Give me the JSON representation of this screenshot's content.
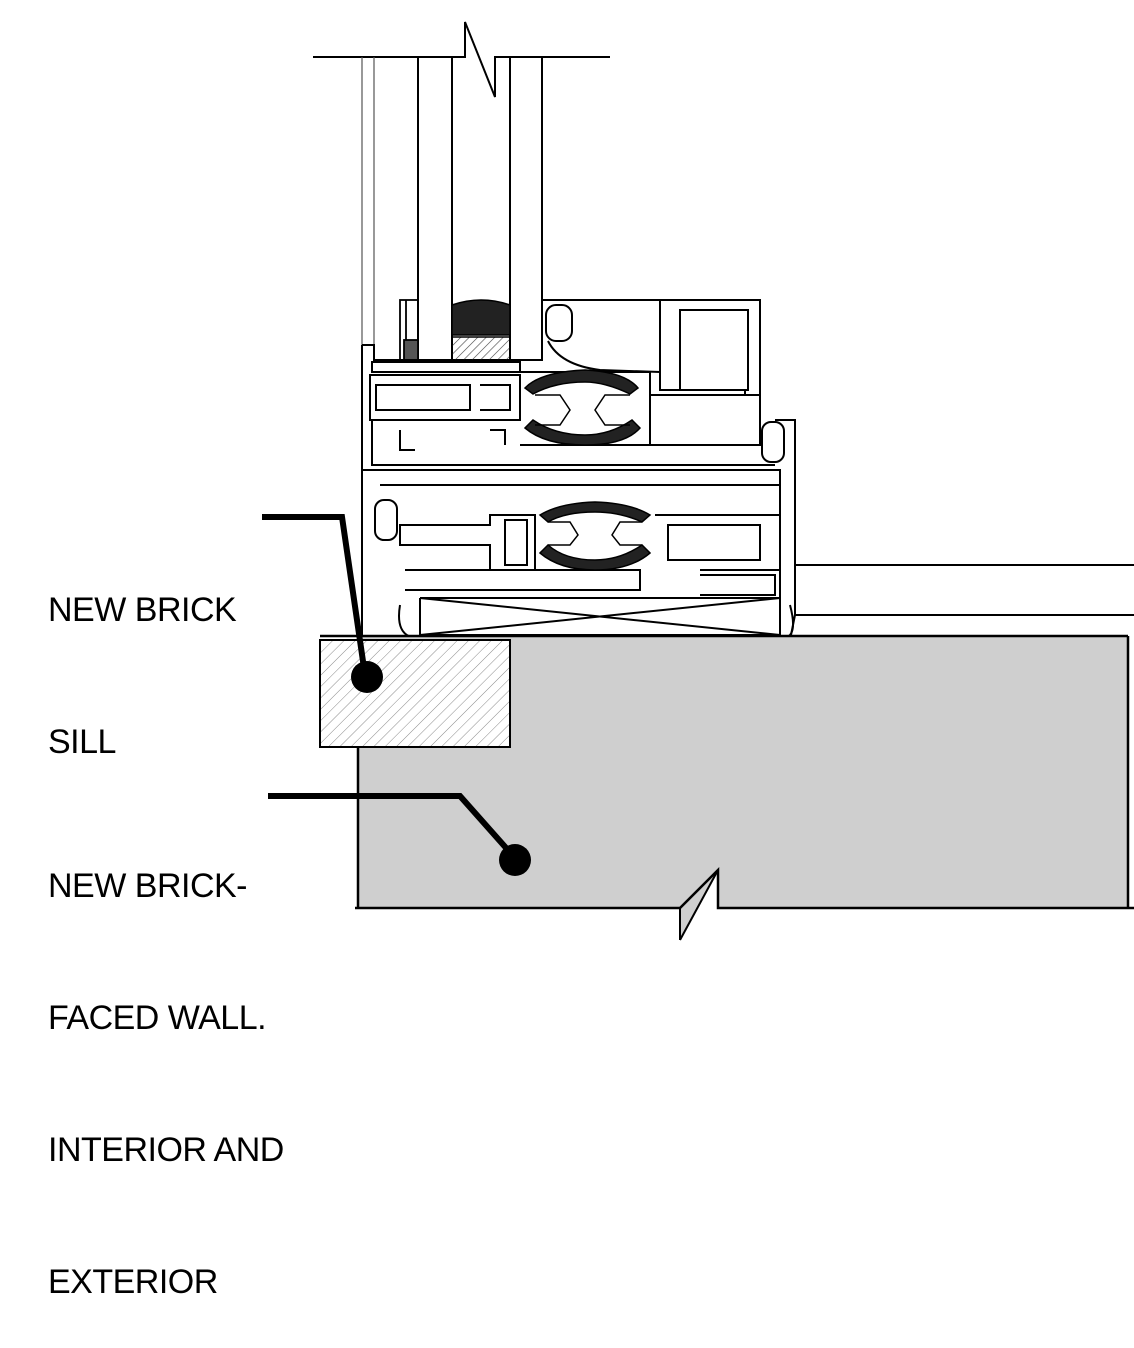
{
  "labels": {
    "sill": [
      "NEW BRICK",
      "SILL"
    ],
    "wall": [
      "NEW BRICK-",
      "FACED WALL.",
      "INTERIOR AND",
      "EXTERIOR"
    ]
  },
  "colors": {
    "wall_fill": "#cfcfcf",
    "line": "#000000",
    "hatch": "#7a7a7a",
    "gasket": "#222222"
  }
}
